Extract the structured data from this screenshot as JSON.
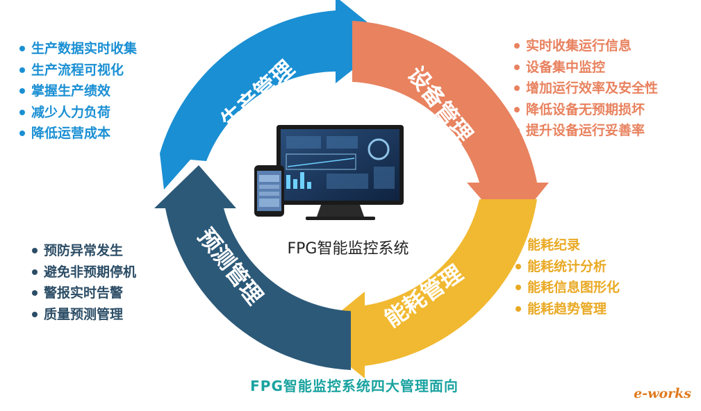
{
  "segments": {
    "production": "生产管理",
    "equipment": "设备管理",
    "energy": "能耗管理",
    "prediction": "预测管理"
  },
  "production_items": [
    "生产数据实时收集",
    "生产流程可视化",
    "掌握生产绩效",
    "减少人力负荷",
    "降低运营成本"
  ],
  "equipment_items": [
    "实时收集运行信息",
    "设备集中监控",
    "增加运行效率及安全性",
    "降低设备无预期损坏",
    "提升设备运行妥善率"
  ],
  "energy_items": [
    "能耗纪录",
    "能耗统计分析",
    "能耗信息图形化",
    "能耗趋势管理"
  ],
  "prediction_items": [
    "预防异常发生",
    "避免非预期停机",
    "警报实时告警",
    "质量预测管理"
  ],
  "center_title": "FPG智能监控系统",
  "caption": "FPG智能监控系统四大管理面向",
  "logo": "e-works",
  "colors": {
    "production": "#1a8fd3",
    "equipment": "#e8825f",
    "energy": "#f1b931",
    "prediction": "#2c5978",
    "caption": "#1aa3a0"
  },
  "icons": [
    "monitor-dashboard-icon",
    "smartphone-icon",
    "bullet-dot-icon"
  ]
}
